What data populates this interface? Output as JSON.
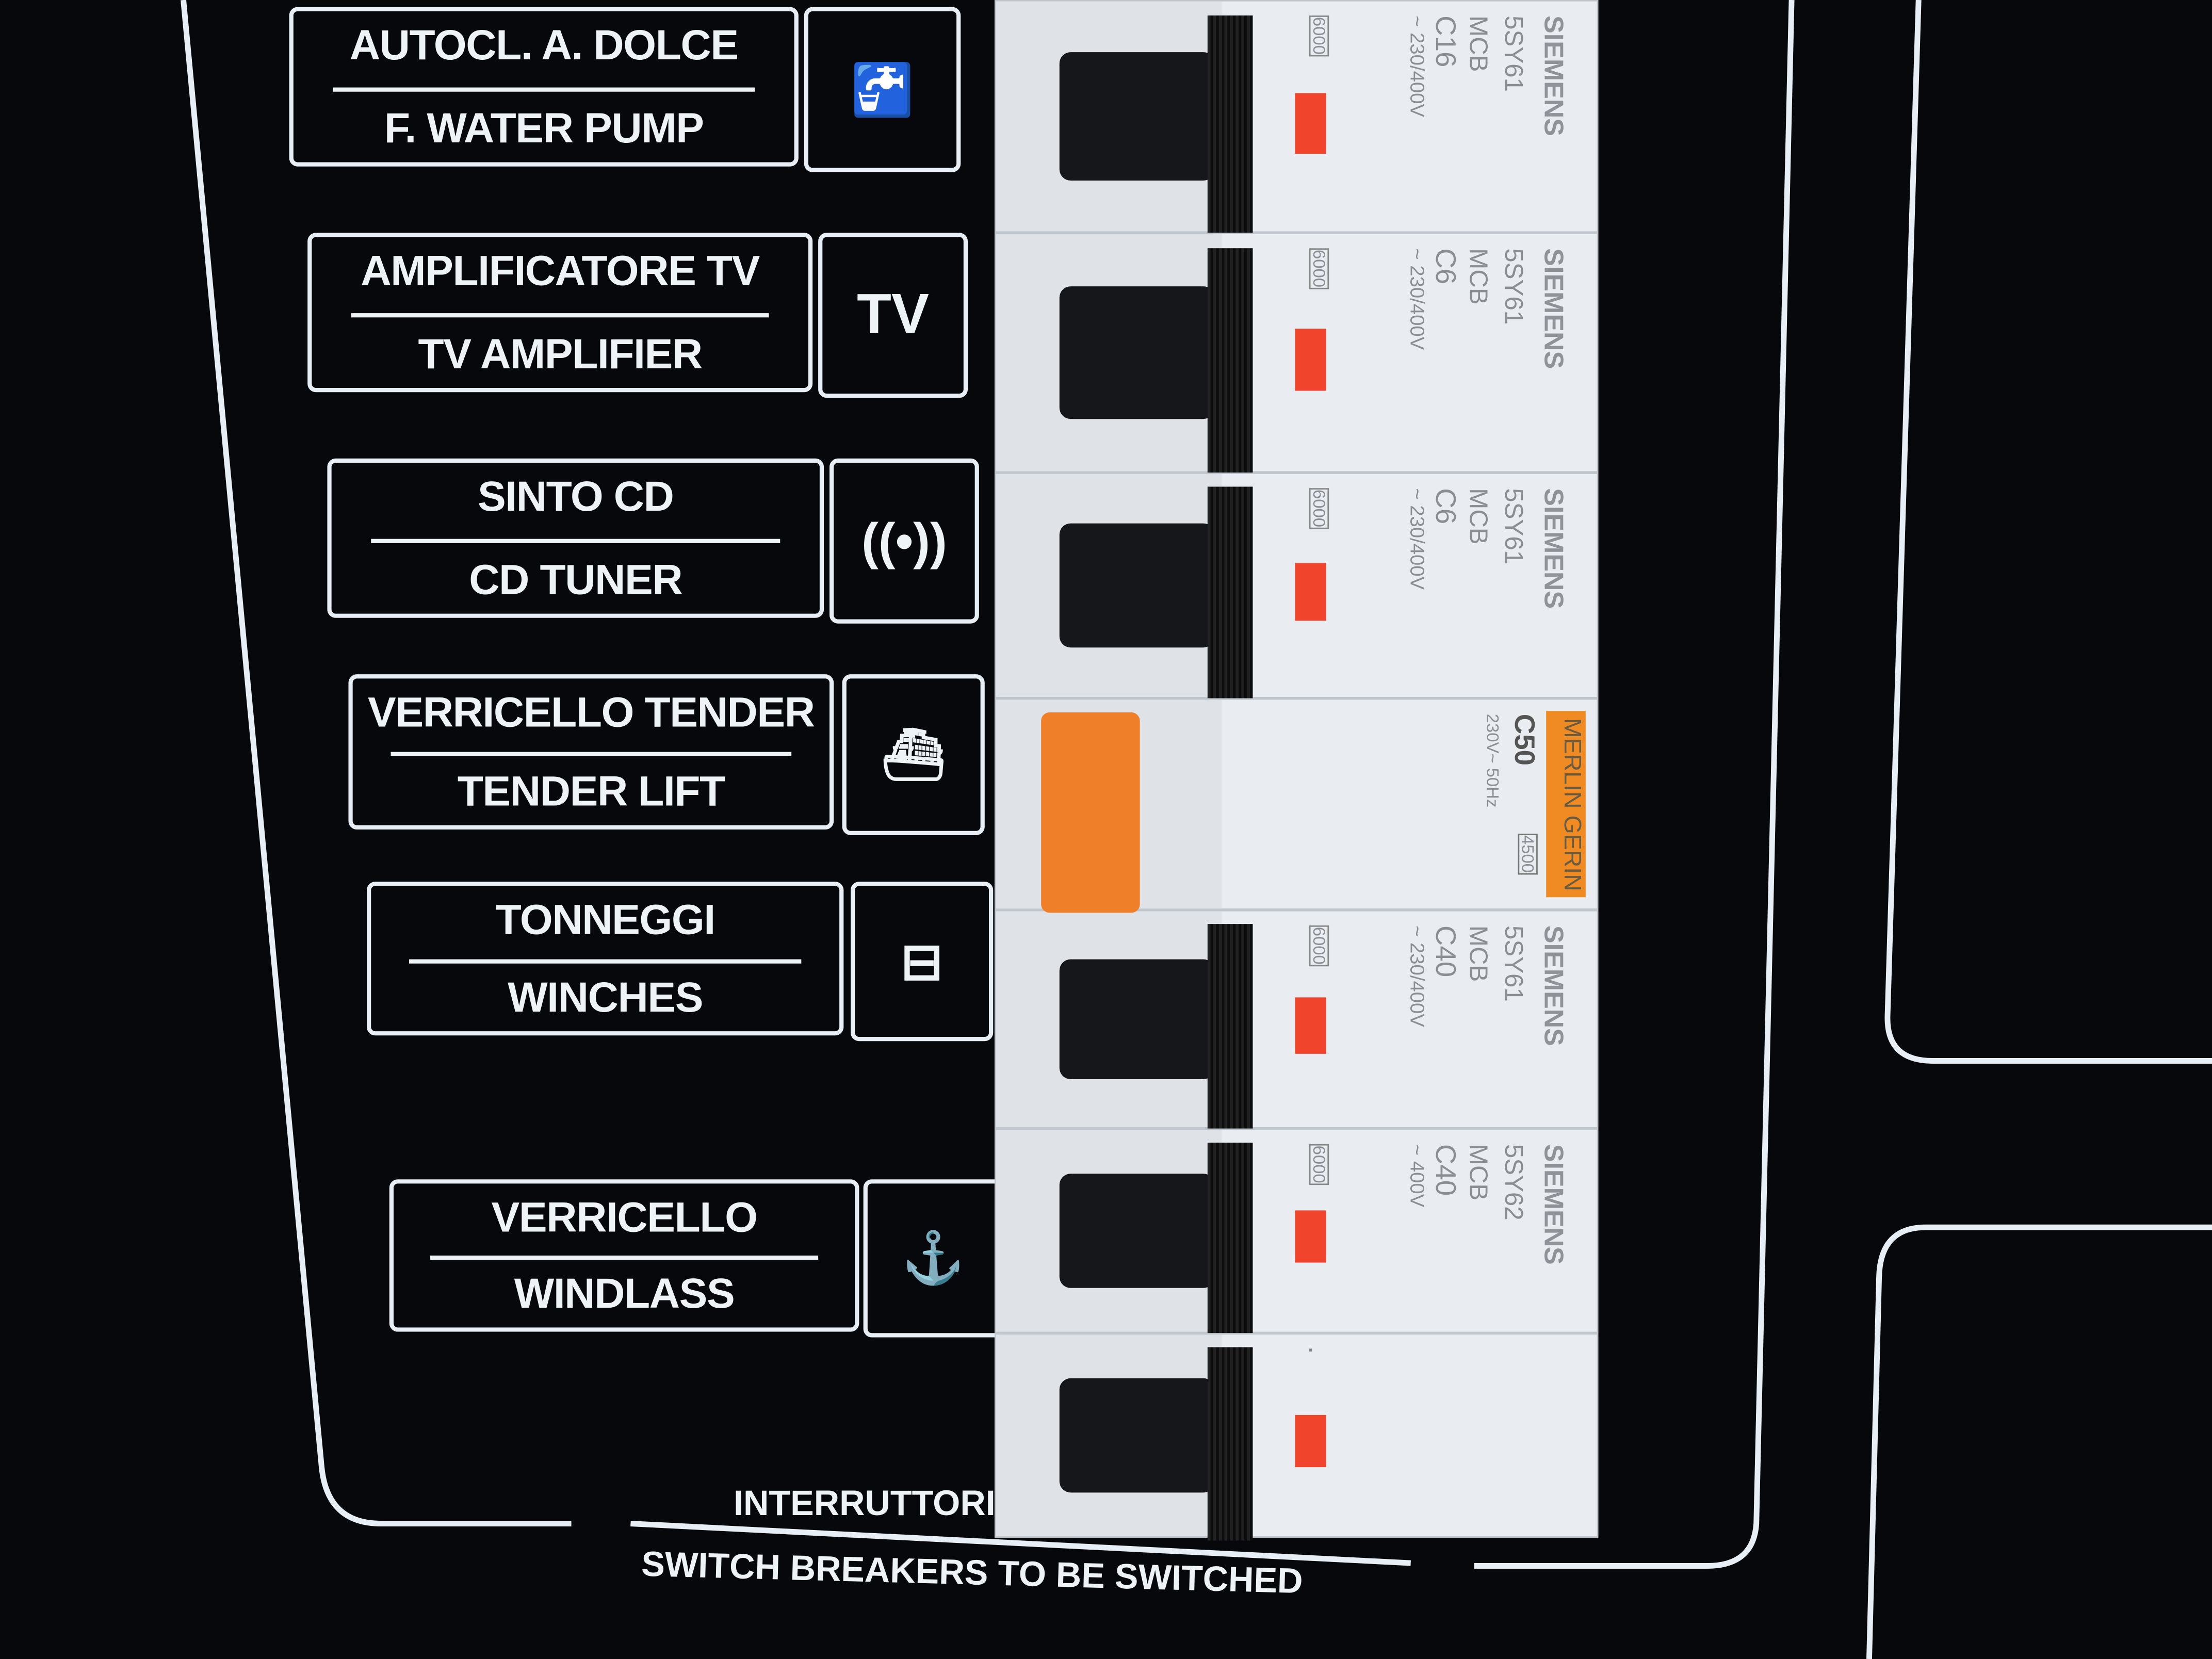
{
  "panel_labels": [
    {
      "it": "AUTOCL. A. DOLCE",
      "en": "F. WATER PUMP",
      "icon": "water-tap-icon"
    },
    {
      "it": "AMPLIFICATORE TV",
      "en": "TV AMPLIFIER",
      "icon": "tv-icon",
      "icon_text": "TV"
    },
    {
      "it": "SINTO CD",
      "en": "CD TUNER",
      "icon": "radio-waves-icon"
    },
    {
      "it": "VERRICELLO TENDER",
      "en": "TENDER LIFT",
      "icon": "tender-boat-icon"
    },
    {
      "it": "TONNEGGI",
      "en": "WINCHES",
      "icon": "winch-icon"
    },
    {
      "it": "VERRICELLO",
      "en": "WINDLASS",
      "icon": "anchor-icon"
    }
  ],
  "breakers": [
    {
      "brand": "SIEMENS",
      "model": "5SY61",
      "type": "MCB",
      "rating": "C16",
      "voltage": "~ 230/400V",
      "capacity": "6000"
    },
    {
      "brand": "SIEMENS",
      "model": "5SY61",
      "type": "MCB",
      "rating": "C6",
      "voltage": "~ 230/400V",
      "capacity": "6000"
    },
    {
      "brand": "SIEMENS",
      "model": "5SY61",
      "type": "MCB",
      "rating": "C6",
      "voltage": "~ 230/400V",
      "capacity": "6000"
    },
    {
      "brand": "MERLIN GERIN",
      "rating": "C50",
      "voltage": "230V~ 50Hz",
      "capacity": "4500"
    },
    {
      "brand": "SIEMENS",
      "model": "5SY61",
      "type": "MCB",
      "rating": "C40",
      "voltage": "~ 230/400V",
      "capacity": "6000"
    },
    {
      "brand": "SIEMENS",
      "model": "5SY62",
      "type": "MCB",
      "rating": "C40",
      "voltage": "~ 400V",
      "capacity": "6000"
    },
    {
      "brand": "",
      "model": "",
      "type": "",
      "rating": "",
      "voltage": "",
      "capacity": ""
    }
  ],
  "footer": {
    "it": "INTERRUTTORI",
    "en": "SWITCH BREAKERS TO BE SWITCHED"
  },
  "colors": {
    "panel": "#07080b",
    "print": "#e8eef5",
    "indicator": "#f0452c",
    "handle_orange": "#f07f2a"
  }
}
